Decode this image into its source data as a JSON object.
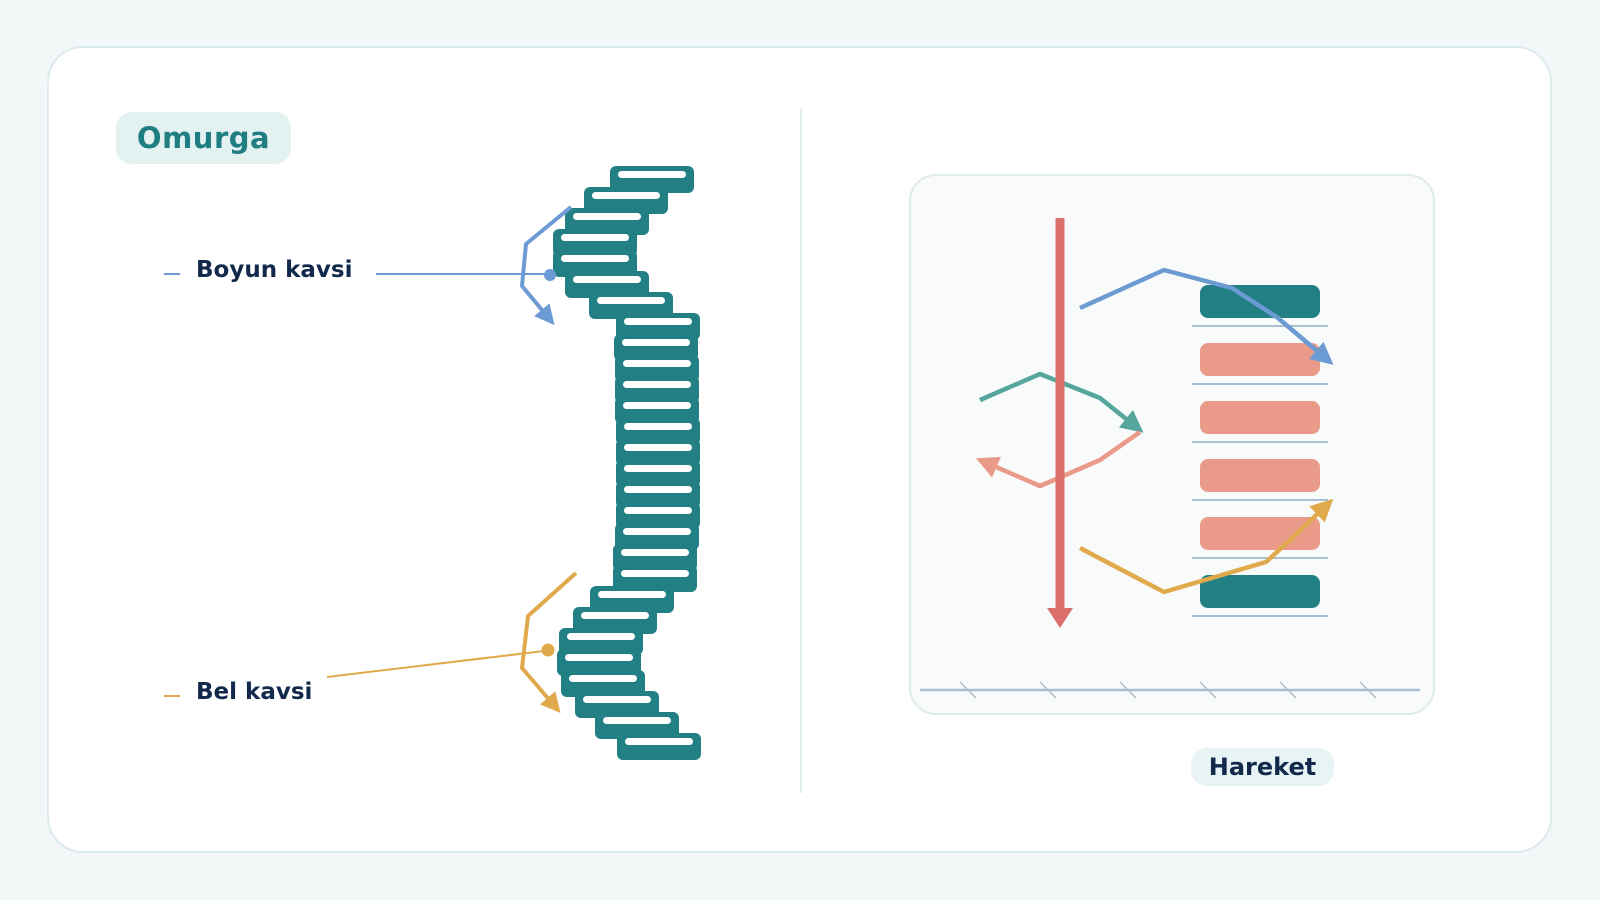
{
  "title": "Omurga",
  "labels": {
    "neck_curve": "Boyun kavsi",
    "lumbar_curve": "Bel kavsi",
    "movement": "Hareket"
  },
  "colors": {
    "vertebra": "#227f83",
    "neck_arrow": "#6b9bd2",
    "lumbar_arrow": "#e0a94b",
    "spine_axis": "#da6f6b",
    "teal_arrow": "#55a69c",
    "salmon_arrow": "#e99a88",
    "disc_salmon": "#e99a88"
  },
  "icons": [
    "spine-illustration",
    "down-arrow-icon",
    "curved-arrow-icon"
  ]
}
